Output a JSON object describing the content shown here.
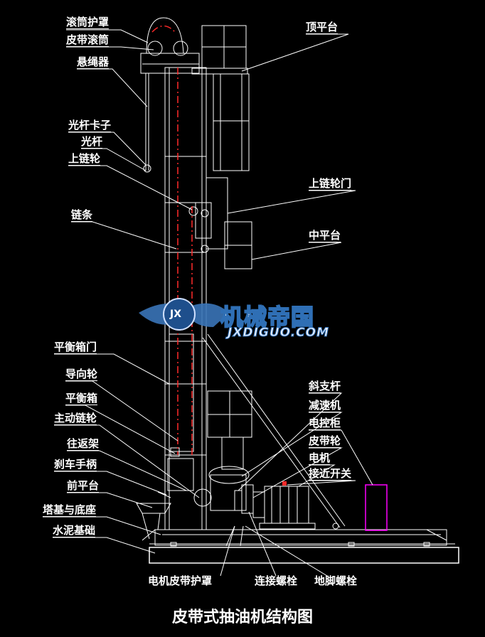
{
  "title": "皮带式抽油机结构图",
  "watermark": {
    "brand": "机械帝国",
    "url": "JXDIGUO.COM",
    "badge": "JX"
  },
  "labels_left": [
    {
      "id": "roller-cover",
      "text": "滚筒护罩"
    },
    {
      "id": "belt-roller",
      "text": "皮带滚筒"
    },
    {
      "id": "rope-hanger",
      "text": "悬绳器"
    },
    {
      "id": "rod-clamp",
      "text": "光杆卡子"
    },
    {
      "id": "polished-rod",
      "text": "光杆"
    },
    {
      "id": "upper-sprocket",
      "text": "上链轮"
    },
    {
      "id": "chain",
      "text": "链条"
    },
    {
      "id": "balance-box-door",
      "text": "平衡箱门"
    },
    {
      "id": "guide-wheel",
      "text": "导向轮"
    },
    {
      "id": "balance-box",
      "text": "平衡箱"
    },
    {
      "id": "drive-sprocket",
      "text": "主动链轮"
    },
    {
      "id": "reciprocating-frame",
      "text": "往返架"
    },
    {
      "id": "brake-handle",
      "text": "刹车手柄"
    },
    {
      "id": "front-platform",
      "text": "前平台"
    },
    {
      "id": "tower-base",
      "text": "塔基与底座"
    },
    {
      "id": "cement-foundation",
      "text": "水泥基础"
    }
  ],
  "labels_right": [
    {
      "id": "top-platform",
      "text": "顶平台"
    },
    {
      "id": "upper-sprocket-door",
      "text": "上链轮门"
    },
    {
      "id": "middle-platform",
      "text": "中平台"
    },
    {
      "id": "diagonal-brace",
      "text": "斜支杆"
    },
    {
      "id": "reducer",
      "text": "减速机"
    },
    {
      "id": "control-cabinet",
      "text": "电控柜"
    },
    {
      "id": "pulley",
      "text": "皮带轮"
    },
    {
      "id": "motor",
      "text": "电机"
    },
    {
      "id": "proximity-switch",
      "text": "接近开关"
    }
  ],
  "labels_bottom": [
    {
      "id": "motor-belt-guard",
      "text": "电机皮带护罩"
    },
    {
      "id": "connecting-bolt",
      "text": "连接螺栓"
    },
    {
      "id": "anchor-bolt",
      "text": "地脚螺栓"
    }
  ],
  "colors": {
    "background": "#000000",
    "lines": "#ffffff",
    "chain": "#ff2a2a",
    "cabinet": "#ff00ff",
    "watermark": "#2f6fb5"
  }
}
